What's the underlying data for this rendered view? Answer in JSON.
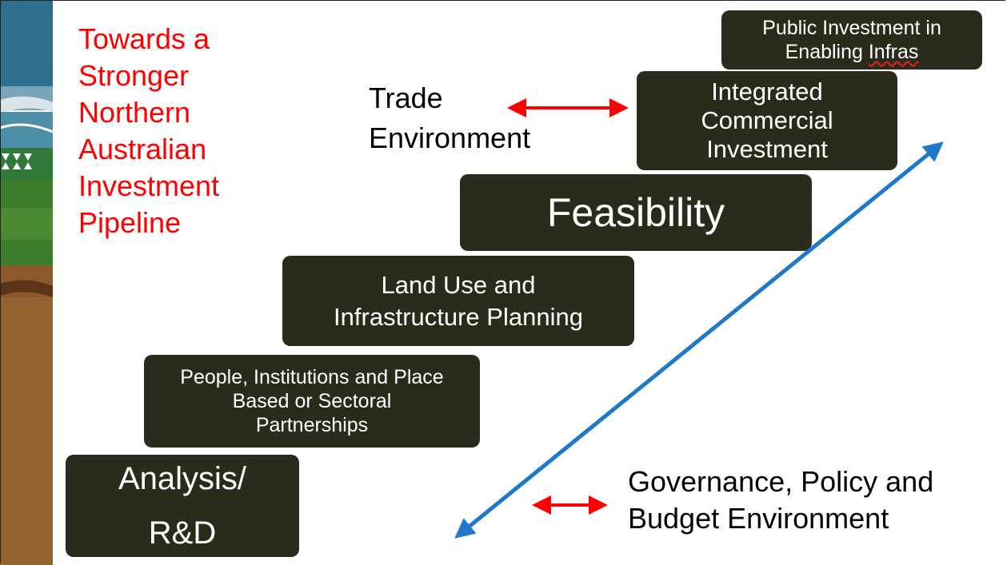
{
  "slide": {
    "title": "Towards a Stronger Northern Australian Investment Pipeline",
    "steps": [
      {
        "label": "Analysis/ R&D"
      },
      {
        "label": "People, Institutions and Place Based or Sectoral Partnerships"
      },
      {
        "label": "Land Use and Infrastructure Planning"
      },
      {
        "label": "Feasibility"
      },
      {
        "label": "Integrated Commercial Investment"
      },
      {
        "label_line1": "Public Investment in",
        "label_line2_prefix": "Enabling ",
        "label_line2_marked": "Infras"
      }
    ],
    "trade_environment": "Trade Environment",
    "governance_environment": "Governance, Policy and Budget Environment"
  },
  "colors": {
    "title": "#ff0000",
    "box_fill": "#2b2b1c",
    "box_text": "#ffffff",
    "red_arrow": "#ff0000",
    "blue_arrow": "#1f78c8"
  },
  "icons": {
    "side_art": "aboriginal-landscape-art",
    "trade_arrow": "double-headed-arrow",
    "governance_arrow": "double-headed-arrow",
    "pipeline_arrow": "diagonal-double-headed-arrow"
  }
}
